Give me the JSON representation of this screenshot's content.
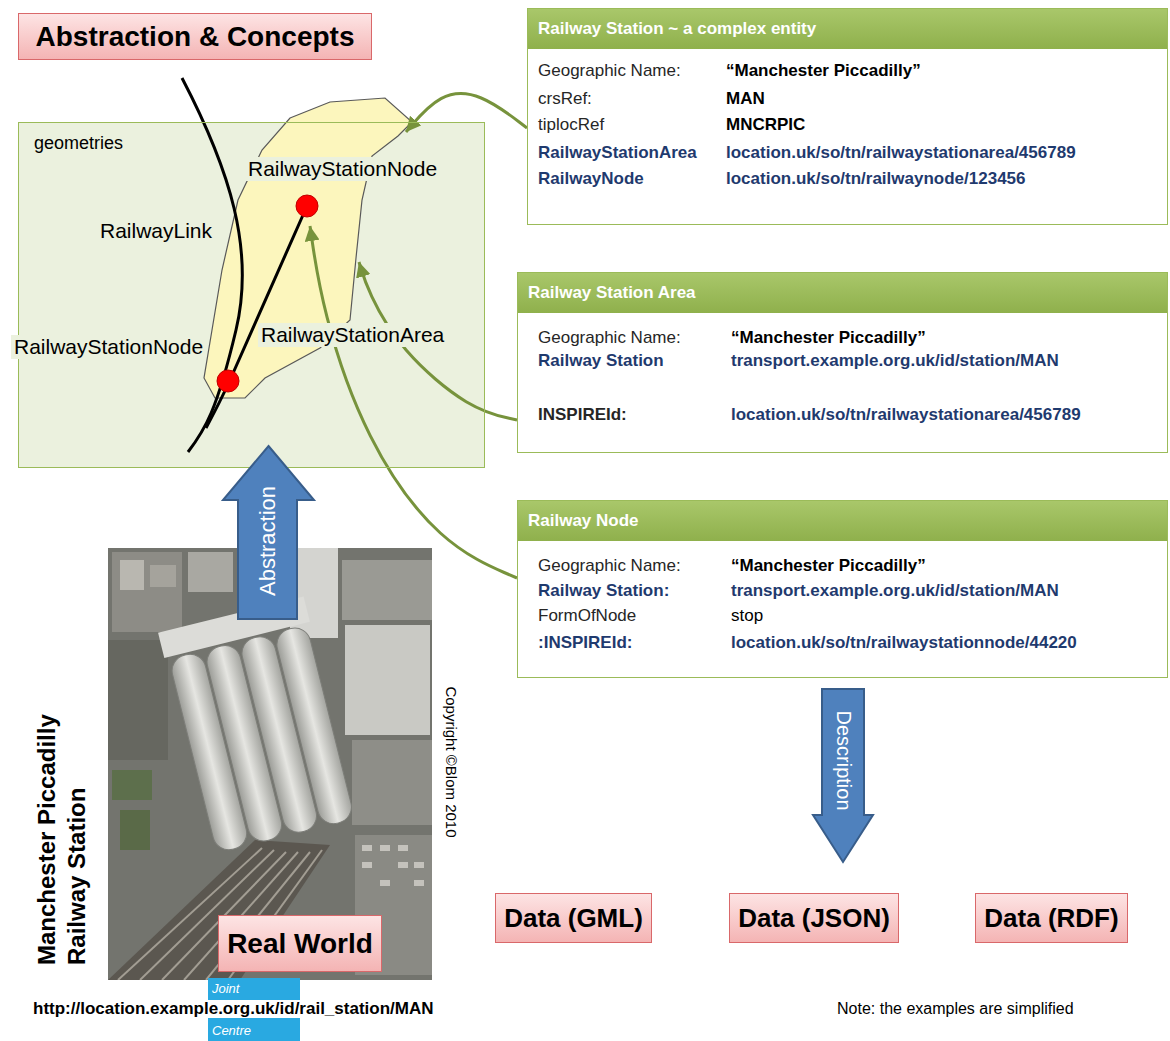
{
  "diagram": {
    "nodes": [
      {
        "text": [
          "Abstraction & Concepts"
        ]
      },
      {
        "text": [
          "geometries"
        ]
      },
      {
        "text": [
          "Railway Station ~ a complex entity",
          "Geographic Name:",
          "“Manchester Piccadilly”",
          "crsRef:",
          "MAN",
          "tiplocRef",
          "MNCRPIC",
          "RailwayStationArea",
          "location.uk/so/tn/railwaystationarea/456789",
          "RailwayNode",
          "location.uk/so/tn/railwaynode/123456"
        ]
      },
      {
        "text": [
          "Railway Station Area",
          "Geographic Name:",
          "“Manchester Piccadilly”",
          "Railway Station",
          "transport.example.org.uk/id/station/MAN",
          "INSPIREId:",
          "location.uk/so/tn/railwaystationarea/456789"
        ]
      },
      {
        "text": [
          "Railway Node",
          "Geographic Name:",
          "“Manchester Piccadilly”",
          "Railway Station:",
          "transport.example.org.uk/id/station/MAN",
          "FormOfNode",
          "stop",
          ":INSPIREId:",
          "location.uk/so/tn/railwaystationnode/44220"
        ]
      },
      {
        "text": [
          "Abstraction"
        ]
      },
      {
        "text": [
          "Real World"
        ]
      },
      {
        "text": [
          "Description"
        ]
      },
      {
        "text": [
          "Data (GML)"
        ]
      },
      {
        "text": [
          "Data (JSON)"
        ]
      },
      {
        "text": [
          "Data (RDF)"
        ]
      }
    ],
    "edges": [
      {
        "from": 2,
        "to": 1,
        "arrow": "to"
      },
      {
        "from": 3,
        "to": 1,
        "arrow": "to"
      },
      {
        "from": 4,
        "to": 1,
        "arrow": "to"
      }
    ],
    "labels": [
      "RailwayStationNode",
      "RailwayLink",
      "RailwayStationNode",
      "RailwayStationArea",
      "Manchester Piccadilly Railway Station",
      "Copyright ©Blom 2010",
      "Joint Centre",
      "http://location.example.org.uk/id/rail_station/MAN",
      "Note: the examples are simplified"
    ]
  }
}
